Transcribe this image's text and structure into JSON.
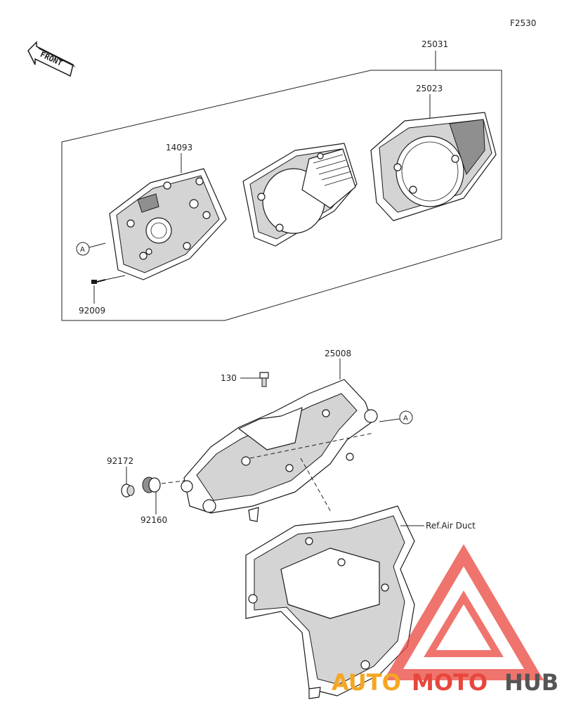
{
  "figure_code": "F2530",
  "front_label": "FRONT",
  "callouts": {
    "assembly_meter": "25031",
    "cover": "25023",
    "case": "14093",
    "screw": "92009",
    "bracket": "25008",
    "bolt": "130",
    "collar": "92172",
    "grommet": "92160",
    "ref_air_duct": "Ref.Air Duct",
    "ref_a_left": "A",
    "ref_a_right": "A"
  },
  "watermark": {
    "part1": "AUTO",
    "part2": "MOTO",
    "part3": "HUB",
    "color_orange": "#f5a623",
    "color_red": "#e8463c",
    "color_gray": "#555555"
  }
}
